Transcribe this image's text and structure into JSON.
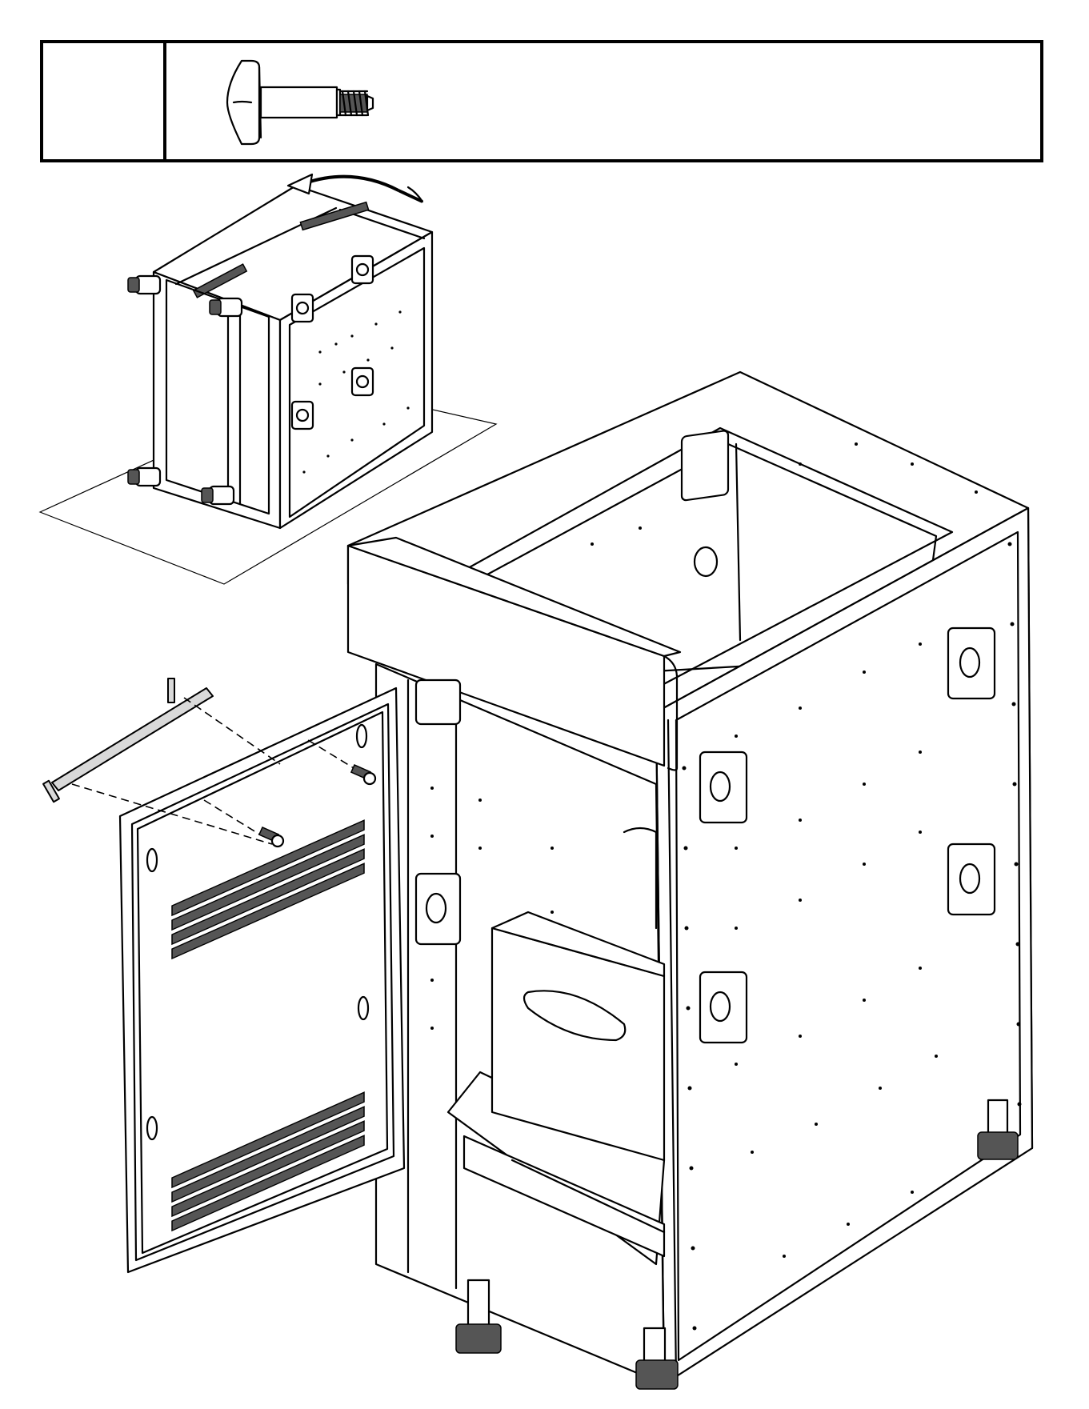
{
  "figure": {
    "parts": {
      "screw": "shoulder-screw",
      "handle": "door-handle",
      "cabinet": "open-storage-cabinet",
      "door": "cabinet-door",
      "small_view": "cabinet-tipped-on-back"
    },
    "colors": {
      "line": "#000000",
      "background": "#ffffff",
      "handle_fill": "#d9d9d9"
    }
  }
}
